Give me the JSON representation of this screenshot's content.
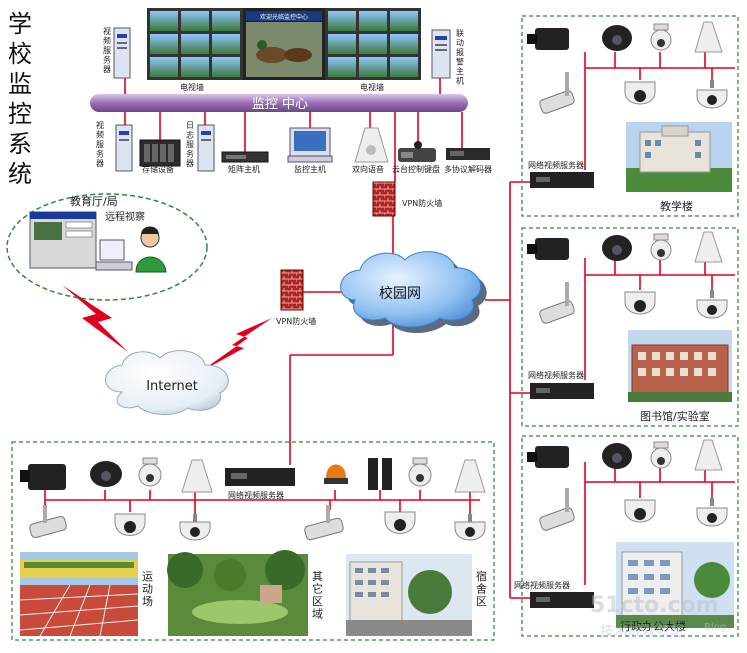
{
  "title_vertical": [
    "学",
    "校",
    "监",
    "控",
    "系",
    "统"
  ],
  "monitoring_center": {
    "bus_label": "监控 中心",
    "video_wall_left": "电视墙",
    "video_wall_right": "电视墙",
    "video_wall_banner": "欢迎光临监控中心",
    "video_server_top": "视频服务器",
    "linkage_alarm_host": "联动报警主机",
    "video_server_bottom": "视频服务器",
    "storage": "存储设备",
    "log_server": "日志服务器",
    "matrix_host": "矩阵主机",
    "monitor_host": "监控主机",
    "two_way_voice": "双向语音",
    "ptz_keyboard": "云台控制键盘",
    "multi_decoder": "多协议解码器"
  },
  "network": {
    "vpn_top": "VPN防火墙",
    "vpn_left": "VPN防火墙",
    "campus_net": "校园网",
    "internet": "Internet"
  },
  "education_bureau": {
    "title": "教育厅/局",
    "subtitle": "远程视察"
  },
  "zones": {
    "teaching": {
      "server": "网络视频服务器",
      "name": "教学楼"
    },
    "library": {
      "server": "网络视频服务器",
      "name": "图书馆/实验室"
    },
    "admin": {
      "server": "网络视频服务器",
      "name": "行政办公大楼"
    },
    "bottom": {
      "server": "网络视频服务器",
      "sports": "运动场",
      "other": "其它区域",
      "dorm": "宿舍区"
    }
  },
  "watermark": {
    "line1": "51cto.com",
    "line2": "技术成就梦想",
    "blog": "Blog"
  },
  "colors": {
    "bus": "#9a6fb3",
    "red_line": "#e0001b",
    "dash": "#2e8b3e",
    "cloud": "#7fb2e8"
  }
}
